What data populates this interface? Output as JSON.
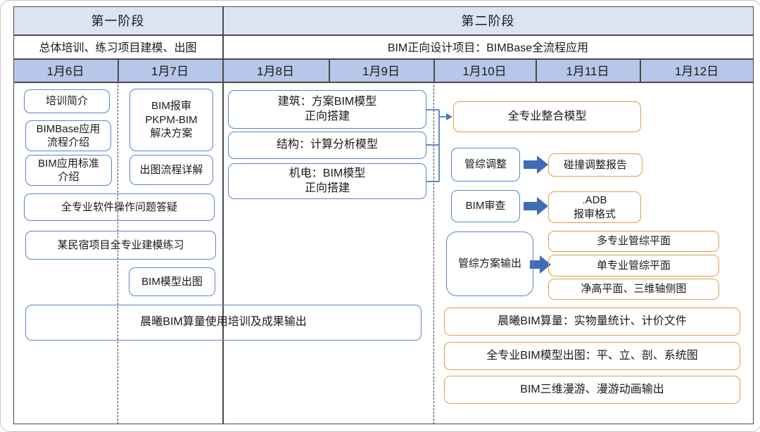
{
  "header": {
    "phase1_title": "第一阶段",
    "phase2_title": "第二阶段",
    "phase1_subtitle": "总体培训、练习项目建模、出图",
    "phase2_subtitle": "BIM正向设计项目：BIMBase全流程应用",
    "dates": [
      "1月6日",
      "1月7日",
      "1月8日",
      "1月9日",
      "1月10日",
      "1月11日",
      "1月12日"
    ]
  },
  "phase1": {
    "training_intro": "培训简介",
    "bimbase_flow": "BIMBase应用\n流程介绍",
    "bim_standard": "BIM应用标准\n介绍",
    "bim_review_solution": "BIM报审\nPKPM-BIM\n解决方案",
    "drawing_flow": "出图流程详解",
    "software_qa": "全专业软件操作问题答疑",
    "homestay_practice": "某民宿项目全专业建模练习",
    "bim_model_drawing": "BIM模型出图",
    "chenxi_training": "晨曦BIM算量使用培训及成果输出"
  },
  "phase2": {
    "arch_model": "建筑：方案BIM模型\n正向搭建",
    "struct_model": "结构：计算分析模型",
    "mep_model": "机电：BIM模型\n正向搭建",
    "integrated_model": "全专业整合模型",
    "mep_adjust": "管综调整",
    "collision_report": "碰撞调整报告",
    "bim_check": "BIM审查",
    "adb_format": ".ADB\n报审格式",
    "mep_plan_output": "管综方案输出",
    "multi_discipline_plan": "多专业管综平面",
    "single_discipline_plan": "单专业管综平面",
    "clearance_plan": "净高平面、三维轴侧图",
    "chenxi_output": "晨曦BIM算量：实物量统计、计价文件",
    "model_drawings": "全专业BIM模型出图：平、立、剖、系统图",
    "roaming_output": "BIM三维漫游、漫游动画输出"
  },
  "colors": {
    "blue_box_border": "#5b84c6",
    "orange_box_border": "#dd9e4b",
    "arrow_blue": "#3f6cb5",
    "phase_row_bg": "#dce4f4",
    "date_row_bg": "#b7c7e9",
    "grid_line": "#4a4a4a"
  }
}
